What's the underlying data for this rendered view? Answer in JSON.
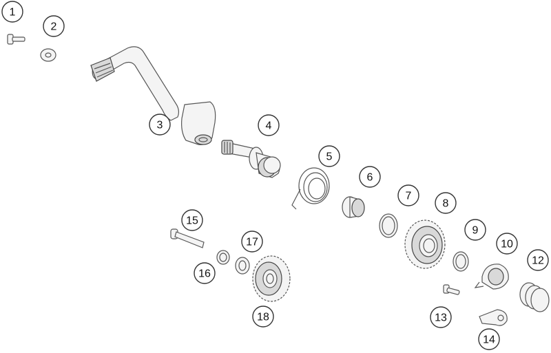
{
  "callouts": [
    {
      "id": "1",
      "label": "1"
    },
    {
      "id": "2",
      "label": "2"
    },
    {
      "id": "3",
      "label": "3"
    },
    {
      "id": "4",
      "label": "4"
    },
    {
      "id": "5",
      "label": "5"
    },
    {
      "id": "6",
      "label": "6"
    },
    {
      "id": "7",
      "label": "7"
    },
    {
      "id": "8",
      "label": "8"
    },
    {
      "id": "9",
      "label": "9"
    },
    {
      "id": "10",
      "label": "10"
    },
    {
      "id": "12",
      "label": "12"
    },
    {
      "id": "13",
      "label": "13"
    },
    {
      "id": "14",
      "label": "14"
    },
    {
      "id": "15",
      "label": "15"
    },
    {
      "id": "16",
      "label": "16"
    },
    {
      "id": "17",
      "label": "17"
    },
    {
      "id": "18",
      "label": "18"
    }
  ]
}
